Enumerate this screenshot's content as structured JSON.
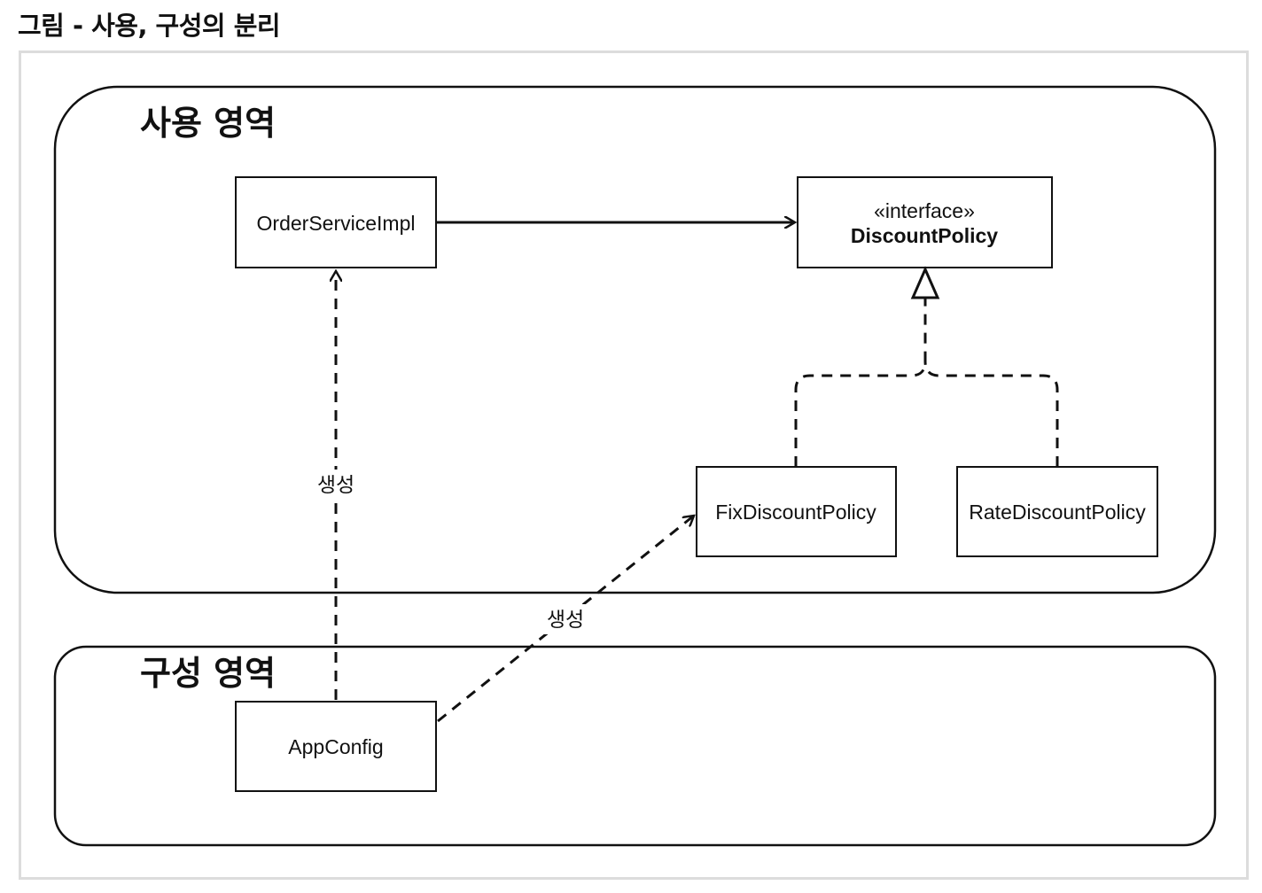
{
  "page": {
    "title": "그림 - 사용, 구성의 분리"
  },
  "regions": {
    "usage": {
      "label": "사용 영역"
    },
    "config": {
      "label": "구성 영역"
    }
  },
  "nodes": {
    "order_service_impl": {
      "label": "OrderServiceImpl"
    },
    "discount_policy": {
      "stereotype": "«interface»",
      "label": "DiscountPolicy"
    },
    "fix_discount_policy": {
      "label": "FixDiscountPolicy"
    },
    "rate_discount_policy": {
      "label": "RateDiscountPolicy"
    },
    "app_config": {
      "label": "AppConfig"
    }
  },
  "edges": {
    "create_order_service": {
      "label": "생성"
    },
    "create_fix_discount": {
      "label": "생성"
    }
  },
  "colors": {
    "stroke": "#111111",
    "frame_border": "#dcdcdc",
    "background": "#ffffff"
  }
}
